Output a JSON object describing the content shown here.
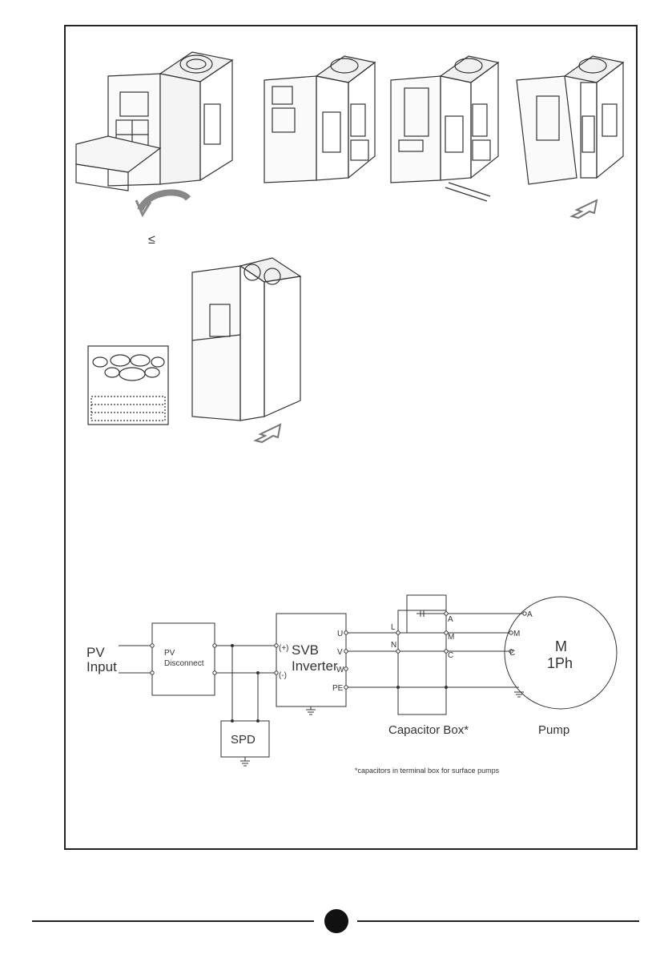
{
  "installation": {
    "leq_symbol": "≤"
  },
  "wiring": {
    "pv_input": [
      "PV",
      "Input"
    ],
    "pv_disconnect": [
      "PV",
      "Disconnect"
    ],
    "inverter_pos": "(+)",
    "inverter_neg": "(-)",
    "inverter_name": [
      "SVB",
      "Inverter"
    ],
    "inverter_terminals": [
      "U",
      "V",
      "W",
      "PE"
    ],
    "capacitor_terminals_in": [
      "L",
      "N"
    ],
    "capacitor_terminals_out": [
      "A",
      "M",
      "C"
    ],
    "capacitor_label": "Capacitor Box*",
    "motor_terminals": [
      "A",
      "M",
      "C"
    ],
    "motor_name": [
      "M",
      "1Ph"
    ],
    "pump_label": "Pump",
    "spd_label": "SPD",
    "footnote": "*capacitors in terminal box for surface pumps"
  }
}
